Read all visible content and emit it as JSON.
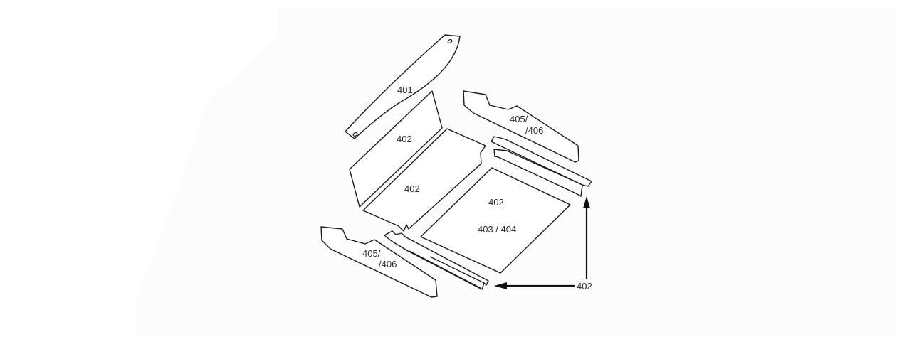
{
  "diagram": {
    "type": "exploded-parts-diagram",
    "background_color": "#ffffff",
    "line_color": "#1a1a1a",
    "parts": [
      {
        "id": "part-401",
        "label": "401",
        "description": "curved top baffle strip with two mounting holes"
      },
      {
        "id": "part-402-back",
        "label": "402",
        "description": "rear vertical panel"
      },
      {
        "id": "part-402-middle",
        "label": "402",
        "description": "middle panel with notch"
      },
      {
        "id": "part-402-floor",
        "label": "402",
        "label2": "403 / 404",
        "description": "floor panel"
      },
      {
        "id": "part-405-406-right",
        "label": "405/",
        "label2": "/406",
        "description": "right side panel"
      },
      {
        "id": "part-405-406-left",
        "label": "405/",
        "label2": "/406",
        "description": "left side panel"
      },
      {
        "id": "part-402-rail-right",
        "description": "right angle rail"
      },
      {
        "id": "part-402-rail-left",
        "description": "left angle rail"
      }
    ],
    "callout": {
      "label": "402",
      "targets": [
        "right angle rail",
        "left angle rail"
      ]
    }
  }
}
